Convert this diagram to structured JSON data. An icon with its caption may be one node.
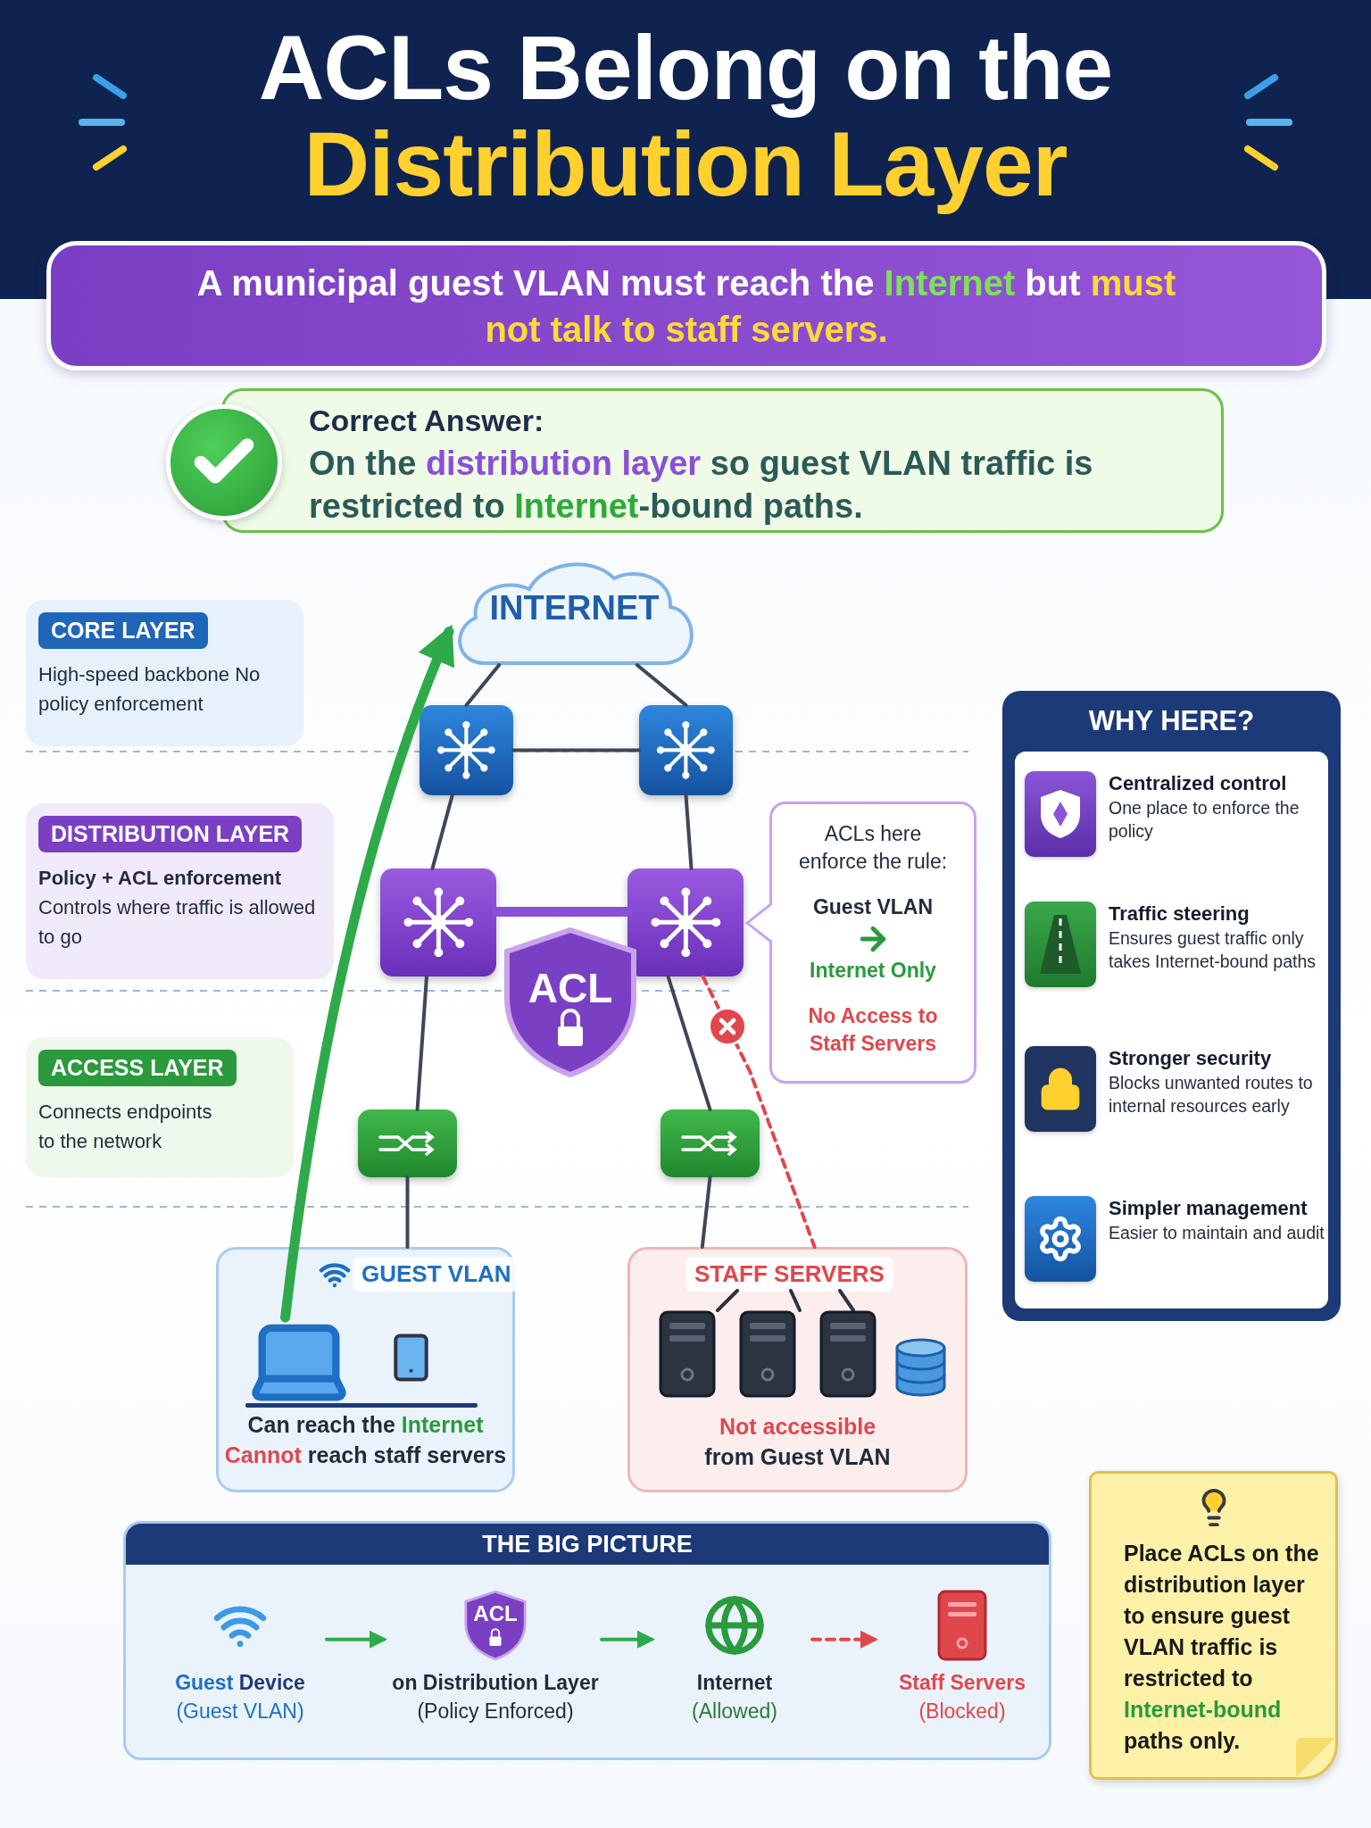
{
  "diagram": {
    "title": "ACLs Belong on the **Distribution Layer**",
    "nodes": [
      {
        "text": [
          "A municipal guest VLAN must reach the **Internet** but *must not talk to staff servers.*"
        ]
      },
      {
        "text": [
          "Correct Answer:",
          "On the **distribution layer** so guest VLAN traffic is restricted to *Internet*-bound paths."
        ]
      },
      {
        "text": [
          "CORE LAYER",
          "High-speed backbone No policy enforcement"
        ]
      },
      {
        "text": [
          "DISTRIBUTION LAYER",
          "Policy + ACL enforcement",
          "Controls where traffic is allowed to go"
        ]
      },
      {
        "text": [
          "ACCESS LAYER",
          "Connects endpoints",
          "to the network"
        ]
      },
      {
        "text": [
          "INTERNET"
        ]
      },
      {
        "text": [],
        "shape": "box"
      },
      {
        "text": [],
        "shape": "box"
      },
      {
        "text": [],
        "shape": "box"
      },
      {
        "text": [],
        "shape": "box"
      },
      {
        "text": [
          "ACL"
        ]
      },
      {
        "text": [],
        "shape": "box"
      },
      {
        "text": [],
        "shape": "box"
      },
      {
        "text": [
          "ACLs here enforce the rule:",
          "Guest VLAN",
          "Internet Only",
          "No Access to Staff Servers"
        ]
      },
      {
        "text": [
          "GUEST VLAN",
          "Can reach the **Internet**",
          "**Cannot** reach staff servers"
        ]
      },
      {
        "text": [],
        "shape": "picture",
        "in": 14
      },
      {
        "text": [],
        "shape": "picture",
        "in": 14
      },
      {
        "text": [
          "STAFF SERVERS",
          "Not accessible",
          "from Guest VLAN"
        ]
      },
      {
        "text": [],
        "shape": "picture",
        "in": 17
      },
      {
        "text": [],
        "shape": "picture",
        "in": 17
      },
      {
        "text": [],
        "shape": "picture",
        "in": 17
      },
      {
        "text": [],
        "shape": "cylinder",
        "in": 17
      },
      {
        "text": [
          "WHY HERE?"
        ]
      },
      {
        "text": [
          "Centralized control",
          "One place to enforce the policy"
        ],
        "in": 22
      },
      {
        "text": [
          "Traffic steering",
          "Ensures guest traffic only takes Internet-bound paths"
        ],
        "in": 22
      },
      {
        "text": [
          "Stronger security",
          "Blocks unwanted routes to internal resources early"
        ],
        "in": 22
      },
      {
        "text": [
          "Simpler management",
          "Easier to maintain and audit"
        ],
        "in": 22
      },
      {
        "text": [
          "THE BIG PICTURE"
        ]
      },
      {
        "text": [
          "**Guest** Device",
          "(Guest VLAN)"
        ],
        "in": 27
      },
      {
        "text": [
          "ACL",
          "on Distribution Layer",
          "(Policy Enforced)"
        ],
        "in": 27
      },
      {
        "text": [
          "Internet",
          "(Allowed)"
        ],
        "in": 27
      },
      {
        "text": [
          "Staff Servers",
          "(Blocked)"
        ],
        "in": 27
      },
      {
        "text": [
          "Place ACLs on the distribution layer to ensure guest VLAN traffic is restricted to **Internet-bound** paths only."
        ]
      }
    ],
    "edges": [
      {
        "from": 5,
        "to": 6,
        "arrow": "none"
      },
      {
        "from": 5,
        "to": 7,
        "arrow": "none"
      },
      {
        "from": 6,
        "to": 7,
        "arrow": "none"
      },
      {
        "from": 6,
        "to": 8,
        "arrow": "none"
      },
      {
        "from": 7,
        "to": 9,
        "arrow": "none"
      },
      {
        "from": 8,
        "to": 9,
        "arrow": "none",
        "style": "thick",
        "color": "#8a4fd8"
      },
      {
        "from": 8,
        "to": 11,
        "arrow": "none"
      },
      {
        "from": 9,
        "to": 12,
        "arrow": "none"
      },
      {
        "from": 11,
        "to": 14,
        "arrow": "none"
      },
      {
        "from": 12,
        "to": 17,
        "arrow": "none"
      },
      {
        "from": 15,
        "to": 5,
        "arrow": "to",
        "style": "thick",
        "color": "#2faa4a"
      },
      {
        "from": 9,
        "to": 17,
        "arrow": "none",
        "style": "dashed",
        "color": "#e0474c"
      },
      {
        "from": 28,
        "to": 29,
        "arrow": "to",
        "color": "#2faa4a"
      },
      {
        "from": 29,
        "to": 30,
        "arrow": "to",
        "color": "#2faa4a"
      },
      {
        "from": 30,
        "to": 31,
        "arrow": "to",
        "style": "dashed",
        "color": "#e0474c"
      }
    ]
  }
}
